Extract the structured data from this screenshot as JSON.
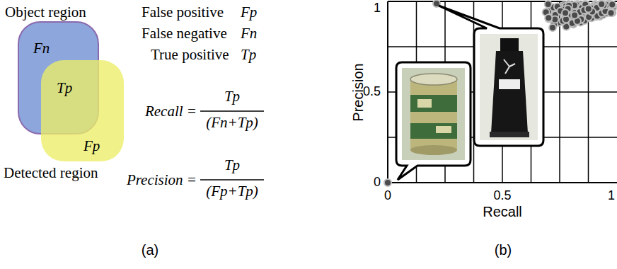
{
  "diagram": {
    "nodes": [
      {
        "text": [
          "Object region",
          "Fn"
        ]
      },
      {
        "text": [
          "Detected region",
          "Fp"
        ]
      }
    ],
    "labels": [
      "False positive",
      "Fp",
      "False negative",
      "Fn",
      "True positive",
      "Tp",
      "Tp",
      "Recall =",
      "Tp",
      "(Fn+Tp)",
      "Precision =",
      "Tp",
      "(Fp+Tp)",
      "(a)",
      "Precision",
      "0",
      "0.5",
      "1",
      "0",
      "0.5",
      "1",
      "Recall",
      "(b)"
    ]
  }
}
